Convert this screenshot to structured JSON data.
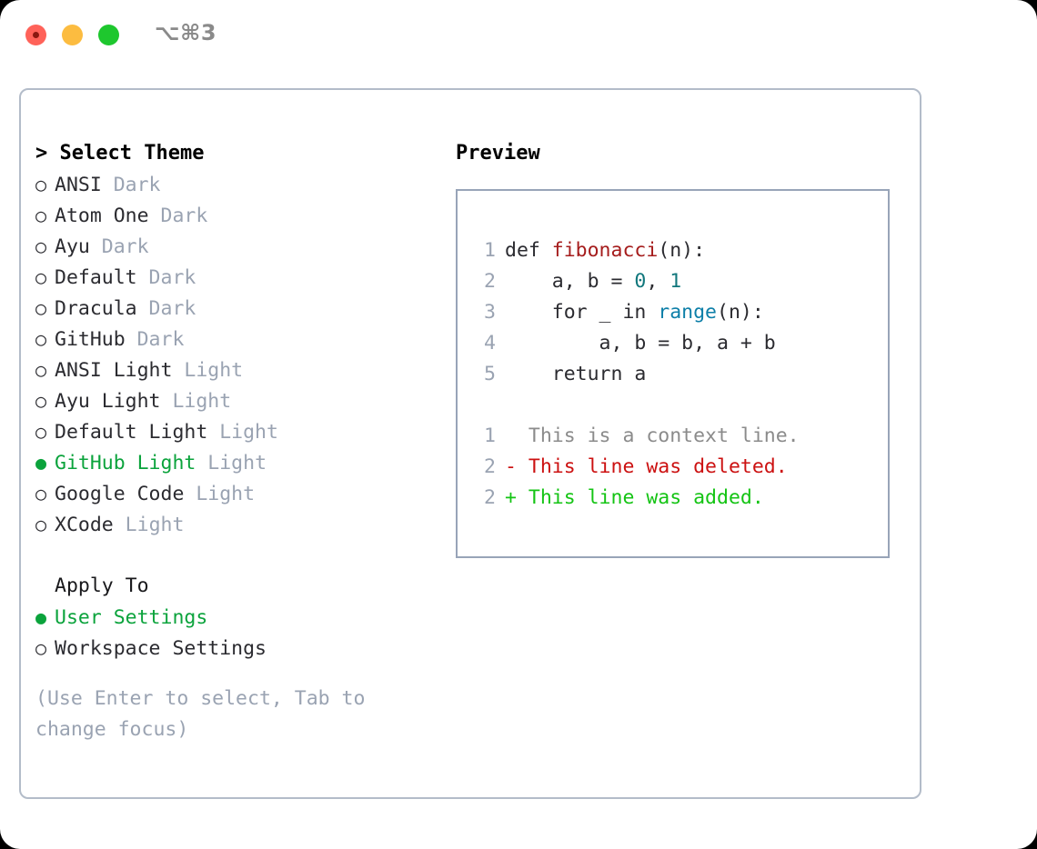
{
  "window": {
    "shortcut_label": "⌥⌘3",
    "traffic_lights": [
      "close",
      "minimize",
      "maximize"
    ],
    "colors": {
      "close": "#ff6259",
      "minimize": "#fcbc40",
      "maximize": "#1ec72e",
      "accent_green": "#0ba33c",
      "muted": "#9aa3b2",
      "border": "#b3bcc9",
      "code_border": "#98a4b8"
    }
  },
  "theme_picker": {
    "title": "Select Theme",
    "prompt_marker": ">",
    "bullet_empty": "○",
    "bullet_full": "●",
    "items": [
      {
        "name": "ANSI",
        "badge": "Dark",
        "selected": false
      },
      {
        "name": "Atom One",
        "badge": "Dark",
        "selected": false
      },
      {
        "name": "Ayu",
        "badge": "Dark",
        "selected": false
      },
      {
        "name": "Default",
        "badge": "Dark",
        "selected": false
      },
      {
        "name": "Dracula",
        "badge": "Dark",
        "selected": false
      },
      {
        "name": "GitHub",
        "badge": "Dark",
        "selected": false
      },
      {
        "name": "ANSI Light",
        "badge": "Light",
        "selected": false
      },
      {
        "name": "Ayu Light",
        "badge": "Light",
        "selected": false
      },
      {
        "name": "Default Light",
        "badge": "Light",
        "selected": false
      },
      {
        "name": "GitHub Light",
        "badge": "Light",
        "selected": true
      },
      {
        "name": "Google Code",
        "badge": "Light",
        "selected": false
      },
      {
        "name": "XCode",
        "badge": "Light",
        "selected": false
      }
    ]
  },
  "apply_to": {
    "title": "Apply To",
    "options": [
      {
        "name": "User Settings",
        "selected": true
      },
      {
        "name": "Workspace Settings",
        "selected": false
      }
    ]
  },
  "hint": {
    "line1": "(Use Enter to select, Tab to",
    "line2": "change focus)"
  },
  "preview": {
    "label": "Preview",
    "code_lines": [
      {
        "lno": "1",
        "tokens": [
          {
            "t": "def ",
            "cls": "tok-kw"
          },
          {
            "t": "fibonacci",
            "cls": "tok-fn"
          },
          {
            "t": "(n):",
            "cls": "tok-kw"
          }
        ]
      },
      {
        "lno": "2",
        "tokens": [
          {
            "t": "    a, b = ",
            "cls": "tok-kw"
          },
          {
            "t": "0",
            "cls": "tok-num"
          },
          {
            "t": ", ",
            "cls": "tok-kw"
          },
          {
            "t": "1",
            "cls": "tok-num"
          }
        ]
      },
      {
        "lno": "3",
        "tokens": [
          {
            "t": "    for _ in ",
            "cls": "tok-kw"
          },
          {
            "t": "range",
            "cls": "tok-call"
          },
          {
            "t": "(n):",
            "cls": "tok-kw"
          }
        ]
      },
      {
        "lno": "4",
        "tokens": [
          {
            "t": "        a, b = b, a + b",
            "cls": "tok-kw"
          }
        ]
      },
      {
        "lno": "5",
        "tokens": [
          {
            "t": "    return a",
            "cls": "tok-kw"
          }
        ]
      }
    ],
    "diff_lines": [
      {
        "lno": "1",
        "marker": " ",
        "text": " This is a context line.",
        "cls": "diff-ctx"
      },
      {
        "lno": "2",
        "marker": "-",
        "text": " This line was deleted.",
        "cls": "diff-del"
      },
      {
        "lno": "2",
        "marker": "+",
        "text": " This line was added.",
        "cls": "diff-add"
      }
    ]
  }
}
